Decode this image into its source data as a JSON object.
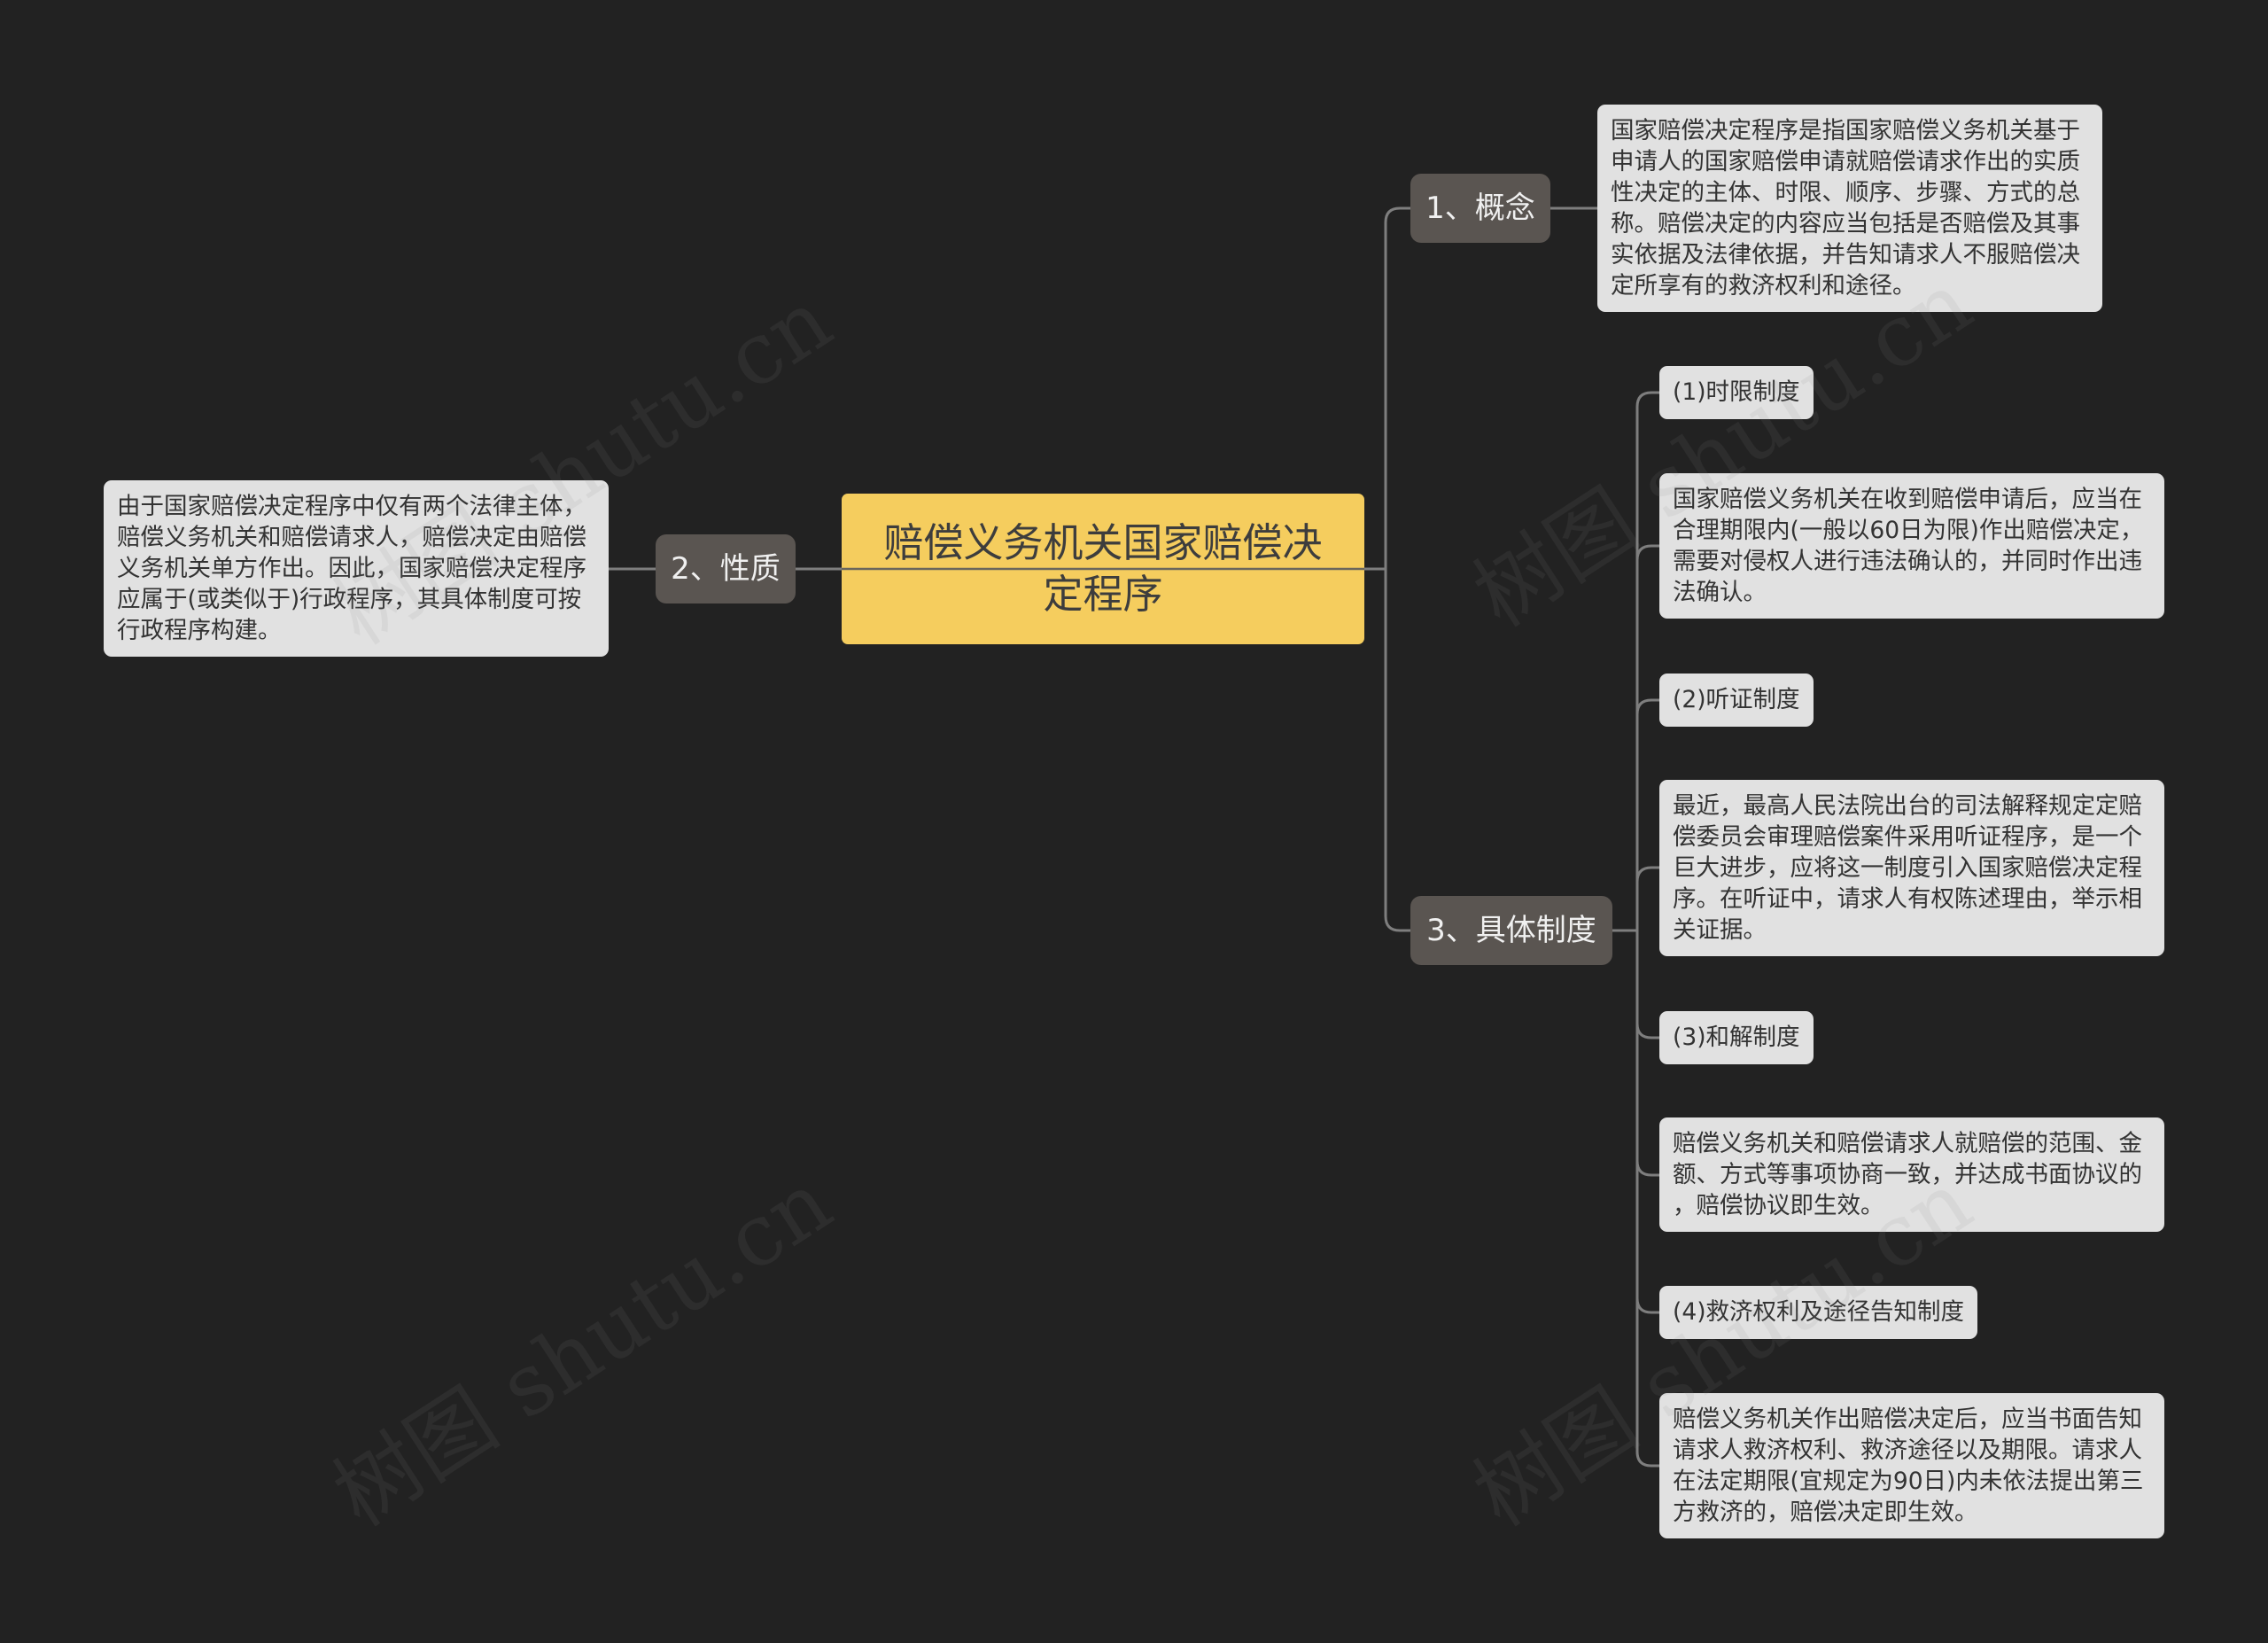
{
  "colors": {
    "background": "#222222",
    "root_fill": "#F5CD5E",
    "branch_fill": "#5A5551",
    "leaf_fill": "#E1E1E1",
    "connector": "#7E7E7E"
  },
  "mindmap": {
    "root": {
      "label": "赔偿义务机关国家赔偿决\n定程序"
    },
    "branches": [
      {
        "label": "1、概念",
        "children": [
          {
            "text": "国家赔偿决定程序是指国家赔偿义务机关基于\n申请人的国家赔偿申请就赔偿请求作出的实质\n性决定的主体、时限、顺序、步骤、方式的总\n称。赔偿决定的内容应当包括是否赔偿及其事\n实依据及法律依据，并告知请求人不服赔偿决\n定所享有的救济权利和途径。"
          }
        ]
      },
      {
        "label": "2、性质",
        "children": [
          {
            "text": "由于国家赔偿决定程序中仅有两个法律主体，\n赔偿义务机关和赔偿请求人，赔偿决定由赔偿\n义务机关单方作出。因此，国家赔偿决定程序\n应属于(或类似于)行政程序，其具体制度可按\n行政程序构建。"
          }
        ]
      },
      {
        "label": "3、具体制度",
        "children": [
          {
            "text": "(1)时限制度"
          },
          {
            "text": "国家赔偿义务机关在收到赔偿申请后，应当在\n合理期限内(一般以60日为限)作出赔偿决定，\n需要对侵权人进行违法确认的，并同时作出违\n法确认。"
          },
          {
            "text": "(2)听证制度"
          },
          {
            "text": "最近，最高人民法院出台的司法解释规定定赔\n偿委员会审理赔偿案件采用听证程序，是一个\n巨大进步，应将这一制度引入国家赔偿决定程\n序。在听证中，请求人有权陈述理由，举示相\n关证据。"
          },
          {
            "text": "(3)和解制度"
          },
          {
            "text": "赔偿义务机关和赔偿请求人就赔偿的范围、金\n额、方式等事项协商一致，并达成书面协议的\n，赔偿协议即生效。"
          },
          {
            "text": "(4)救济权利及途径告知制度"
          },
          {
            "text": "赔偿义务机关作出赔偿决定后，应当书面告知\n请求人救济权利、救济途径以及期限。请求人\n在法定期限(宜规定为90日)内未依法提出第三\n方救济的，赔偿决定即生效。"
          }
        ]
      }
    ]
  },
  "watermark": "树图 shutu.cn"
}
